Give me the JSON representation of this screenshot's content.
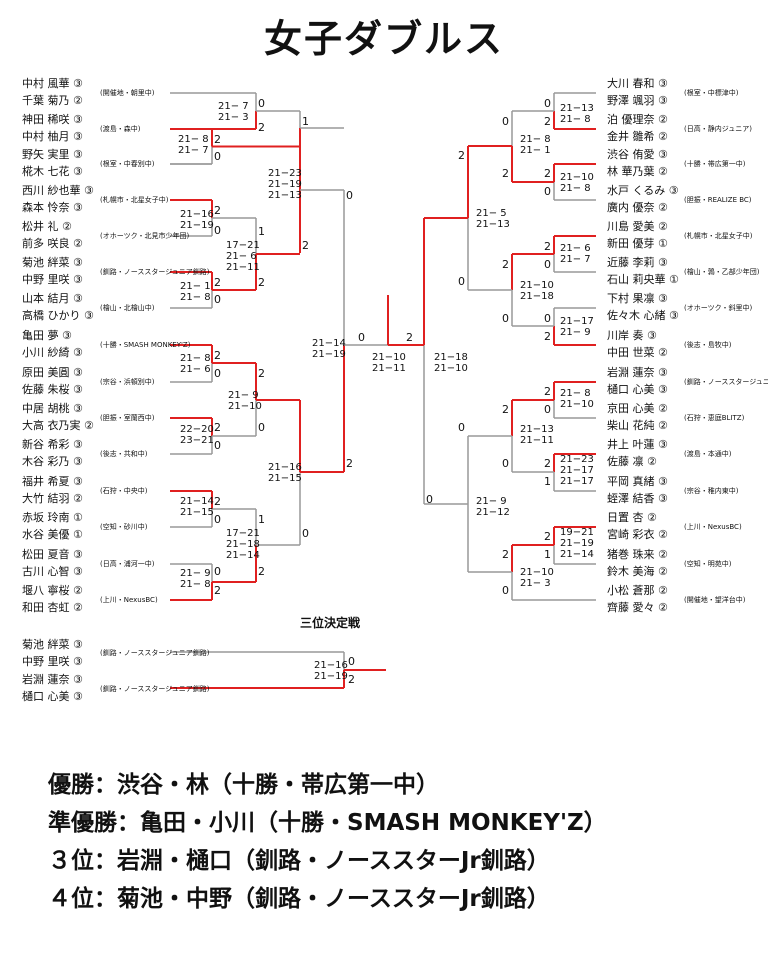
{
  "title": "女子ダブルス",
  "third_place_title": "三位決定戦",
  "left": [
    {
      "p1": "中村 風華 ③",
      "p2": "千葉 菊乃 ②",
      "team": "(開催地・朝里中)"
    },
    {
      "p1": "神田 稀咲 ③",
      "p2": "中村 柚月 ③",
      "team": "(渡島・森中)"
    },
    {
      "p1": "野矢 実里 ③",
      "p2": "椛木 七花 ③",
      "team": "(根室・中春別中)"
    },
    {
      "p1": "西川 紗也華 ③",
      "p2": "森本 怜奈 ③",
      "team": "(札幌市・北星女子中)"
    },
    {
      "p1": "松井 礼 ②",
      "p2": "前多 咲良 ②",
      "team": "(オホーツク・北見市少年団)"
    },
    {
      "p1": "菊池 絆菜 ③",
      "p2": "中野 里咲 ③",
      "team": "(釧路・ノーススタージュニア釧路)"
    },
    {
      "p1": "山本 結月 ③",
      "p2": "高橋 ひかり ③",
      "team": "(檜山・北檜山中)"
    },
    {
      "p1": "亀田 夢 ③",
      "p2": "小川 紗綺 ③",
      "team": "(十勝・SMASH MONKEY'Z)"
    },
    {
      "p1": "原田 美圓 ③",
      "p2": "佐藤 朱桜 ③",
      "team": "(宗谷・浜頓別中)"
    },
    {
      "p1": "中居 胡桃 ③",
      "p2": "大高 衣乃実 ②",
      "team": "(胆振・室蘭西中)"
    },
    {
      "p1": "新谷 希彩 ③",
      "p2": "木谷 彩乃 ③",
      "team": "(後志・共和中)"
    },
    {
      "p1": "福井 希夏 ③",
      "p2": "大竹 結羽 ②",
      "team": "(石狩・中央中)"
    },
    {
      "p1": "赤坂 玲南 ①",
      "p2": "水谷 美優 ①",
      "team": "(空知・砂川中)"
    },
    {
      "p1": "松田 夏音 ③",
      "p2": "古川 心智 ③",
      "team": "(日高・浦河一中)"
    },
    {
      "p1": "堰八 寧桜 ②",
      "p2": "和田 杏虹 ②",
      "team": "(上川・NexusBC)"
    }
  ],
  "right": [
    {
      "p1": "大川 春和 ③",
      "p2": "野澤 颯羽 ③",
      "team": "(根室・中標津中)"
    },
    {
      "p1": "泊 優理奈 ②",
      "p2": "金井 雛希 ②",
      "team": "(日高・静内ジュニア)"
    },
    {
      "p1": "渋谷 侑愛 ③",
      "p2": "林 華乃葉 ②",
      "team": "(十勝・帯広第一中)"
    },
    {
      "p1": "水戸 くるみ ③",
      "p2": "廣内 優奈 ②",
      "team": "(胆振・REALIZE BC)"
    },
    {
      "p1": "川島 愛美 ②",
      "p2": "新田 優芽 ①",
      "team": "(札幌市・北星女子中)"
    },
    {
      "p1": "近藤 李莉 ③",
      "p2": "石山 莉央華 ①",
      "team": "(檜山・鶉・乙部少年団)"
    },
    {
      "p1": "下村 果凛 ③",
      "p2": "佐々木 心緒 ③",
      "team": "(オホーツク・斜里中)"
    },
    {
      "p1": "川岸 奏 ③",
      "p2": "中田 世菜 ②",
      "team": "(後志・島牧中)"
    },
    {
      "p1": "岩淵 蓮奈 ③",
      "p2": "樋口 心美 ③",
      "team": "(釧路・ノーススタージュニア釧路)"
    },
    {
      "p1": "京田 心美 ②",
      "p2": "柴山 花純 ②",
      "team": "(石狩・恵庭BLITZ)"
    },
    {
      "p1": "井上 叶蓮 ③",
      "p2": "佐藤 凛 ②",
      "team": "(渡島・本通中)"
    },
    {
      "p1": "平岡 真緒 ③",
      "p2": "蛭澤 結香 ③",
      "team": "(宗谷・稚内東中)"
    },
    {
      "p1": "日置 杏 ②",
      "p2": "宮崎 彩衣 ②",
      "team": "(上川・NexusBC)"
    },
    {
      "p1": "猪巻 珠来 ②",
      "p2": "鈴木 美海 ②",
      "team": "(空知・明苑中)"
    },
    {
      "p1": "小松 蒼那 ②",
      "p2": "齊藤 愛々 ②",
      "team": "(開催地・望洋台中)"
    }
  ],
  "third": [
    {
      "p1": "菊池 絆菜 ③",
      "p2": "中野 里咲 ③",
      "team": "(釧路・ノーススタージュニア釧路)"
    },
    {
      "p1": "岩淵 蓮奈 ③",
      "p2": "樋口 心美 ③",
      "team": "(釧路・ノーススタージュニア釧路)"
    }
  ],
  "scores": {
    "l1": "21− 7\n21− 3",
    "l2": "21− 8\n21− 7",
    "l3": "21−23\n21−19\n21−13",
    "l4": "21−16\n21−19",
    "l5": "17−21\n21− 6\n21−11",
    "l6": "21− 1\n21− 8",
    "l7": "21−14\n21−19",
    "l8": "21− 8\n21− 6",
    "l9": "21− 9\n21−10",
    "l10": "22−20\n23−21",
    "l11": "21−16\n21−15",
    "l12": "21−14\n21−15",
    "l13": "17−21\n21−18\n21−14",
    "l14": "21− 9\n21− 8",
    "f": "21−10\n21−11",
    "rf": "21−18\n21−10",
    "r1": "21−13\n21− 8",
    "r2": "21− 8\n21− 1",
    "r3": "21− 5\n21−13",
    "r4": "21−10\n21− 8",
    "r5": "21− 6\n21− 7",
    "r6": "21−10\n21−18",
    "r7": "21−17\n21− 9",
    "r8": "21− 8\n21−10",
    "r9": "21−13\n21−11",
    "r10": "21−23\n21−17\n21−17",
    "r11": "21− 9\n21−12",
    "r12": "19−21\n21−19\n21−14",
    "r13": "21−10\n21− 3",
    "t": "21−16\n21−19"
  },
  "results": [
    "優勝：渋谷・林（十勝・帯広第一中）",
    "準優勝：亀田・小川（十勝・SMASH MONKEY'Z）",
    "３位：岩淵・樋口（釧路・ノーススターJr釧路）",
    "４位：菊池・中野（釧路・ノーススターJr釧路）"
  ],
  "colors": {
    "win": "#e02020",
    "lose": "#999999"
  }
}
